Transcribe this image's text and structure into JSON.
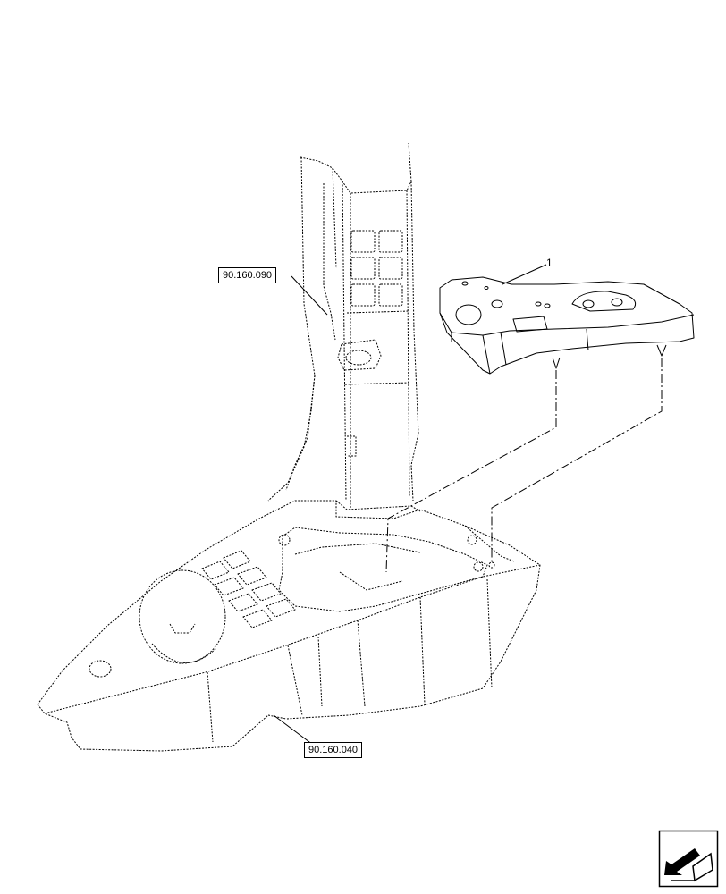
{
  "references": {
    "upper_panel": "90.160.090",
    "lower_console": "90.160.040"
  },
  "callouts": {
    "item_1": "1"
  },
  "icons": {
    "nav": "previous-page-arrow-icon"
  },
  "colors": {
    "line": "#000000",
    "background": "#ffffff"
  }
}
